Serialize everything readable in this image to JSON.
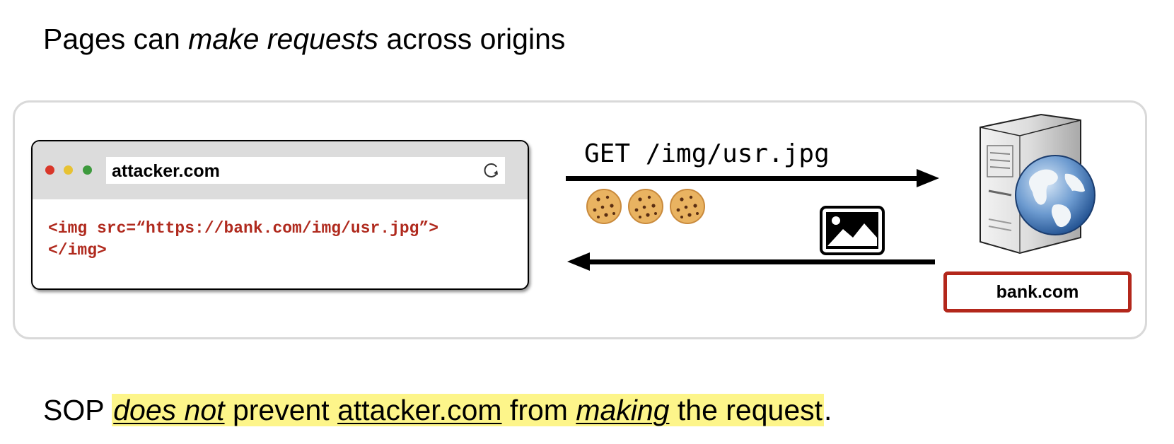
{
  "title": {
    "prefix": "Pages can ",
    "emphasis": "make requests",
    "suffix": " across origins"
  },
  "browser": {
    "url": "attacker.com",
    "code_line1": "<img src=“https://bank.com/img/usr.jpg”>",
    "code_line2": "</img>"
  },
  "request": {
    "label": "GET /img/usr.jpg",
    "cookies": [
      "cookie-icon",
      "cookie-icon",
      "cookie-icon"
    ],
    "response_icon": "image-icon"
  },
  "server": {
    "icon": "web-server-icon",
    "label": "bank.com"
  },
  "statement": {
    "part1": "SOP ",
    "part2": "does not",
    "part3": " prevent ",
    "part4": "attacker.com",
    "part5": " from ",
    "part6": "making",
    "part7": " the request",
    "part8": "."
  },
  "colors": {
    "code": "#b02a1e",
    "bank_border": "#b3271b",
    "highlight": "#fdf58a",
    "panel_border": "#d9d9d9"
  }
}
